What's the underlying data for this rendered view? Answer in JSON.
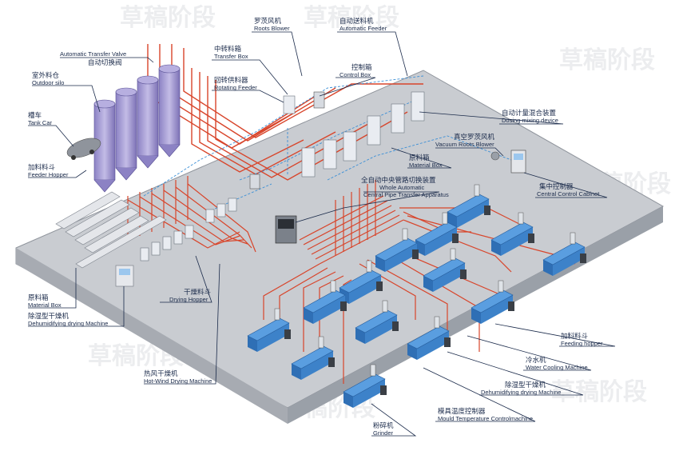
{
  "watermark": {
    "text": "草稿阶段"
  },
  "labels": {
    "transfer_valve": {
      "zh": "自动切换阀",
      "en": "Automatic Transfer Valve"
    },
    "outdoor_silo": {
      "zh": "室外料仓",
      "en": "Outdoor silo"
    },
    "tank_car": {
      "zh": "槽车",
      "en": "Tank Car"
    },
    "feeder_hopper": {
      "zh": "加料料斗",
      "en": "Feeder Hopper"
    },
    "material_box_left": {
      "zh": "原料箱",
      "en": "Material Box"
    },
    "dehum_left": {
      "zh": "除湿型干燥机",
      "en": "Dehumidifying drying Machine"
    },
    "drying_hopper": {
      "zh": "干燥料斗",
      "en": "Drying Hopper"
    },
    "hot_wind": {
      "zh": "热风干燥机",
      "en": "Hot-Wind Drying Machine"
    },
    "transfer_box": {
      "zh": "中转料箱",
      "en": "Transfer Box"
    },
    "rotating_feeder": {
      "zh": "回转供料器",
      "en": "Rotating Feeder"
    },
    "roots_blower": {
      "zh": "罗茨风机",
      "en": "Roots Blower"
    },
    "auto_feeder": {
      "zh": "自动送料机",
      "en": "Automatic Feeder"
    },
    "control_box": {
      "zh": "控制箱",
      "en": "Control Box"
    },
    "dosing": {
      "zh": "自动计量混合装置",
      "en": "Dosing mixing device"
    },
    "vacuum_blower": {
      "zh": "真空罗茨风机",
      "en": "Vacuum Roots Blower"
    },
    "material_box_mid": {
      "zh": "原料箱",
      "en": "Material Box"
    },
    "central_pipe": {
      "zh": "全自动中央管路切换装置",
      "en1": "Whole Automatic",
      "en2": "Central Pipe Transfer Apparatus"
    },
    "central_cabinet": {
      "zh": "集中控制器",
      "en": "Central Control Cabinet"
    },
    "feeding_hopper": {
      "zh": "加料料斗",
      "en": "Feeding hopper"
    },
    "water_cooling": {
      "zh": "冷水机",
      "en": "Water Cooling Machine"
    },
    "dehum_right": {
      "zh": "除湿型干燥机",
      "en": "Dehumidifying drying Machine"
    },
    "mould_temp": {
      "zh": "模具温度控制器",
      "en": "Mould Temperature Controlmachine"
    },
    "grinder": {
      "zh": "粉碎机",
      "en": "Grinder"
    }
  },
  "colors": {
    "floor": "#c9ccd1",
    "floor_edge": "#8f949c",
    "pipe_red": "#d8452b",
    "pipe_blue": "#3b8fd6",
    "silo": "#a89fd4",
    "machine": "#4a90d9",
    "label": "#1a2a4a"
  }
}
